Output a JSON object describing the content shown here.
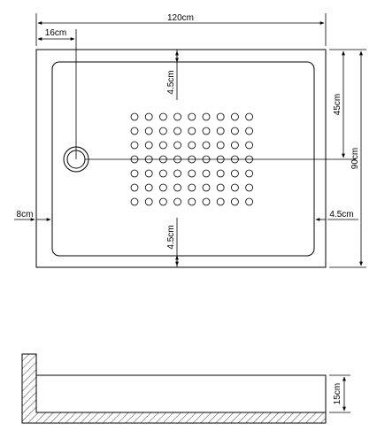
{
  "dimensions": {
    "total_width": "120cm",
    "drain_offset": "16cm",
    "top_margin": "4.5cm",
    "half_height": "45cm",
    "total_height": "90cm",
    "left_rim": "8cm",
    "right_rim": "4.5cm",
    "bottom_margin": "4.5cm",
    "tray_height": "15cm"
  },
  "anti_slip_grid": {
    "rows": 7,
    "cols": 9
  },
  "colors": {
    "line": "#000000",
    "background": "#ffffff"
  }
}
